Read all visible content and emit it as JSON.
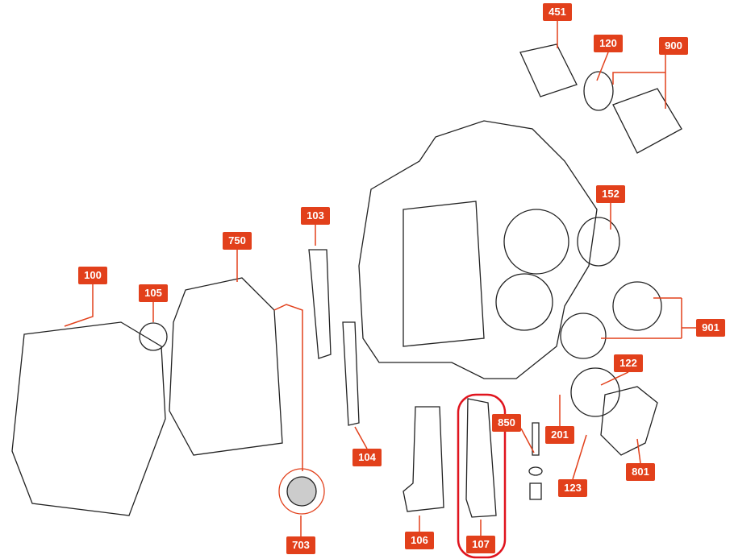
{
  "diagram": {
    "callouts": [
      {
        "id": "451",
        "label": "451"
      },
      {
        "id": "120",
        "label": "120"
      },
      {
        "id": "900",
        "label": "900"
      },
      {
        "id": "152",
        "label": "152"
      },
      {
        "id": "103",
        "label": "103"
      },
      {
        "id": "750",
        "label": "750"
      },
      {
        "id": "100",
        "label": "100"
      },
      {
        "id": "105",
        "label": "105"
      },
      {
        "id": "901",
        "label": "901"
      },
      {
        "id": "122",
        "label": "122"
      },
      {
        "id": "850",
        "label": "850"
      },
      {
        "id": "201",
        "label": "201"
      },
      {
        "id": "801",
        "label": "801"
      },
      {
        "id": "123",
        "label": "123"
      },
      {
        "id": "104",
        "label": "104"
      },
      {
        "id": "106",
        "label": "106"
      },
      {
        "id": "107",
        "label": "107"
      },
      {
        "id": "703",
        "label": "703"
      }
    ],
    "colors": {
      "callout": "#e2401b",
      "highlight": "#e0141e",
      "line": "#222222"
    }
  }
}
